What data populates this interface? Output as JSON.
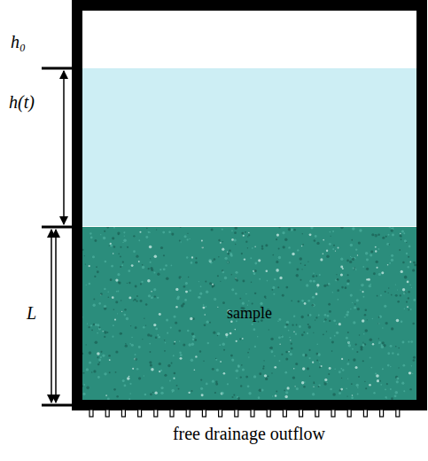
{
  "diagram": {
    "nodes": [
      {
        "text": [
          "sample"
        ]
      }
    ],
    "labels": [
      "h₀",
      "h(t)",
      "L",
      "free drainage outflow"
    ]
  }
}
